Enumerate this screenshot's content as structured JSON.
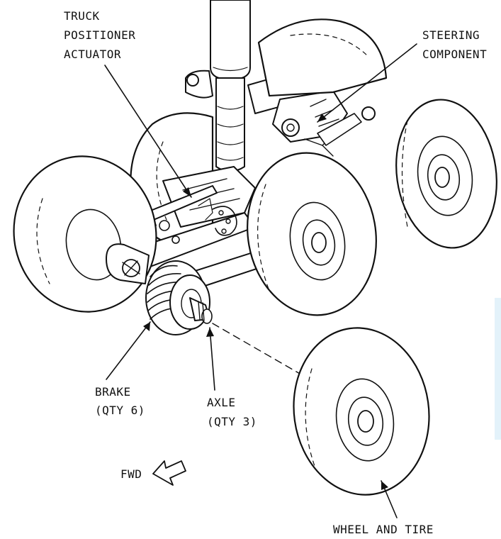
{
  "labels": {
    "truck_positioner_actuator": [
      "TRUCK",
      "POSITIONER",
      "ACTUATOR"
    ],
    "steering_component": [
      "STEERING",
      "COMPONENT"
    ],
    "brake": [
      "BRAKE",
      "(QTY 6)"
    ],
    "axle": [
      "AXLE",
      "(QTY 3)"
    ],
    "fwd": "FWD",
    "wheel_and_tire": "WHEEL AND TIRE"
  },
  "colors": {
    "ink": "#111111",
    "background": "#ffffff",
    "edge_tint": "#cfe8f5"
  }
}
